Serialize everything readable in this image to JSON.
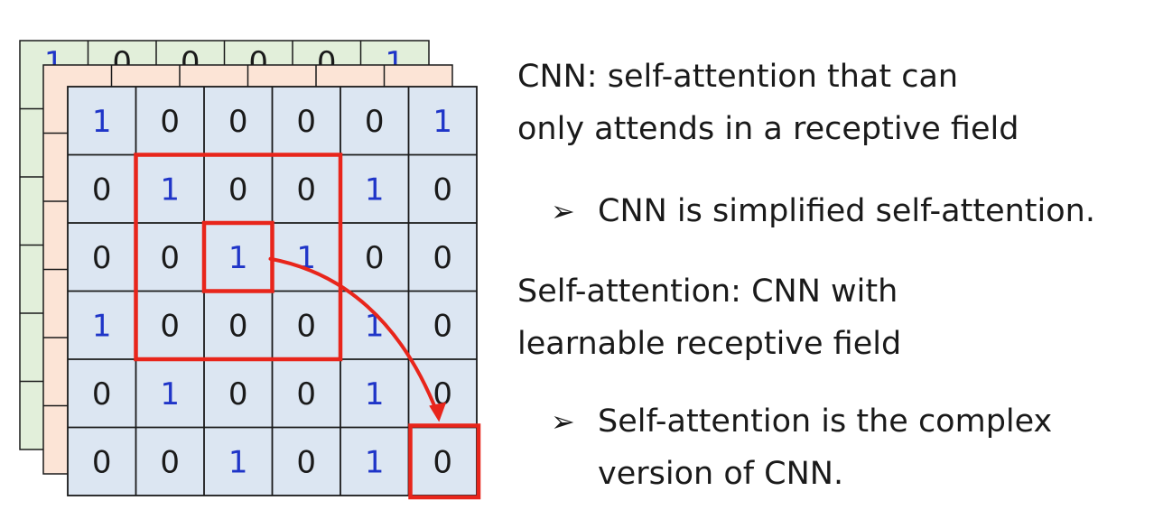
{
  "grid": {
    "rows": [
      [
        "1",
        "0",
        "0",
        "0",
        "0",
        "1"
      ],
      [
        "0",
        "1",
        "0",
        "0",
        "1",
        "0"
      ],
      [
        "0",
        "0",
        "1",
        "1",
        "0",
        "0"
      ],
      [
        "1",
        "0",
        "0",
        "0",
        "1",
        "0"
      ],
      [
        "0",
        "1",
        "0",
        "0",
        "1",
        "0"
      ],
      [
        "0",
        "0",
        "1",
        "0",
        "1",
        "0"
      ]
    ],
    "back_layer_peek": [
      "1",
      "0",
      "0",
      "0",
      "0",
      "1"
    ],
    "receptive_field": {
      "row": 1,
      "col": 1,
      "size": 3
    },
    "center_cell": {
      "row": 2,
      "col": 2
    },
    "output_cell": {
      "row": 5,
      "col": 5
    }
  },
  "colors": {
    "cell_fill": "#dce6f2",
    "layer_orange": "#fce4d6",
    "layer_green": "#e2efda",
    "grid_line": "#1a1a1a",
    "value_one": "#1f35c8",
    "value_zero": "#1a1a1a",
    "highlight": "#e8251b"
  },
  "text": {
    "cnn_line1": "CNN: self-attention that can",
    "cnn_line2": "only attends in a receptive field",
    "bullet_symbol": "➢",
    "bullet1": "CNN is simplified self-attention.",
    "sa_line1": "Self-attention: CNN with",
    "sa_line2": "learnable receptive field",
    "bullet2_line1": "Self-attention is the complex",
    "bullet2_line2": "version of CNN."
  }
}
